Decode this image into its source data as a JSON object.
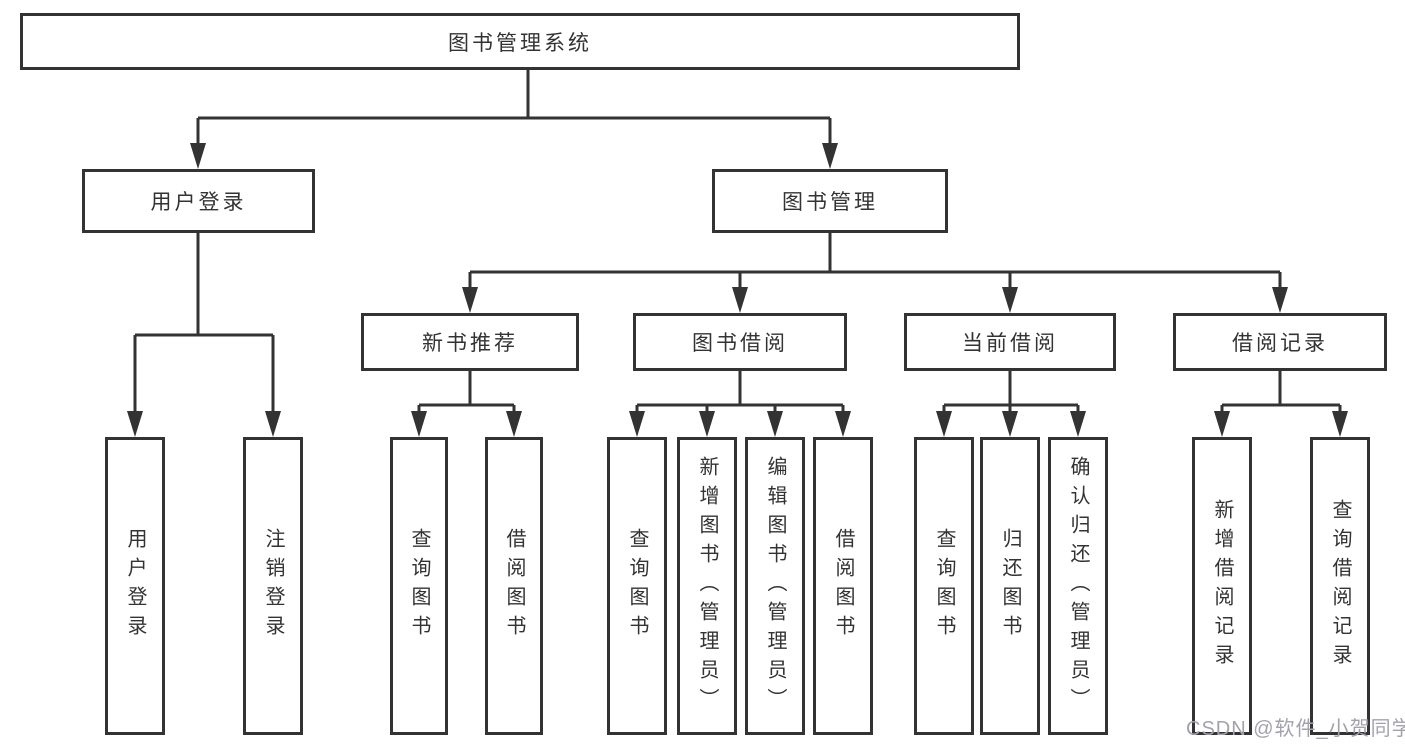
{
  "diagram": {
    "title": "图书管理系统",
    "user_login": {
      "label": "用户登录",
      "children": [
        "用户登录",
        "注销登录"
      ]
    },
    "book_management": {
      "label": "图书管理",
      "sections": {
        "new_book": {
          "label": "新书推荐",
          "children": [
            "查询图书",
            "借阅图书"
          ]
        },
        "borrow": {
          "label": "图书借阅",
          "children": [
            "查询图书",
            "新增图书（管理员）",
            "编辑图书（管理员）",
            "借阅图书"
          ]
        },
        "current": {
          "label": "当前借阅",
          "children": [
            "查询图书",
            "归还图书",
            "确认归还（管理员）"
          ]
        },
        "records": {
          "label": "借阅记录",
          "children": [
            "新增借阅记录",
            "查询借阅记录"
          ]
        }
      }
    }
  },
  "watermark": "CSDN @软件_小贺同学",
  "colors": {
    "line": "#333333",
    "text": "#333333",
    "background": "#ffffff",
    "watermark": "#a2a2ae"
  }
}
